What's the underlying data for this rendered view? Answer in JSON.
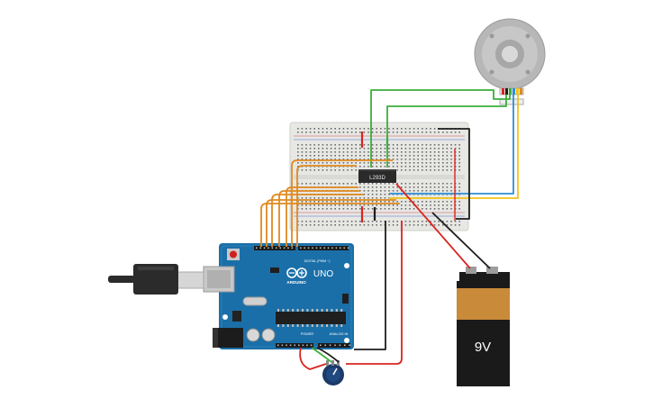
{
  "arduino": {
    "brand": "ARDUINO",
    "model": "UNO",
    "digital_label": "DIGITAL (PWM ~)",
    "power_label": "POWER",
    "analog_label": "ANALOG IN"
  },
  "driver_chip": {
    "label": "L293D"
  },
  "battery": {
    "label": "9V"
  },
  "colors": {
    "board_blue": "#1b6fa8",
    "breadboard": "#e6e6e3",
    "wire_orange": "#e08a1e",
    "wire_green": "#3aae3a",
    "wire_red": "#d9241f",
    "wire_black": "#1d1d1d",
    "wire_blue": "#2a8fd6",
    "wire_yellow": "#f0c419",
    "battery_copper": "#c98a3a",
    "battery_black": "#1a1a1a"
  }
}
